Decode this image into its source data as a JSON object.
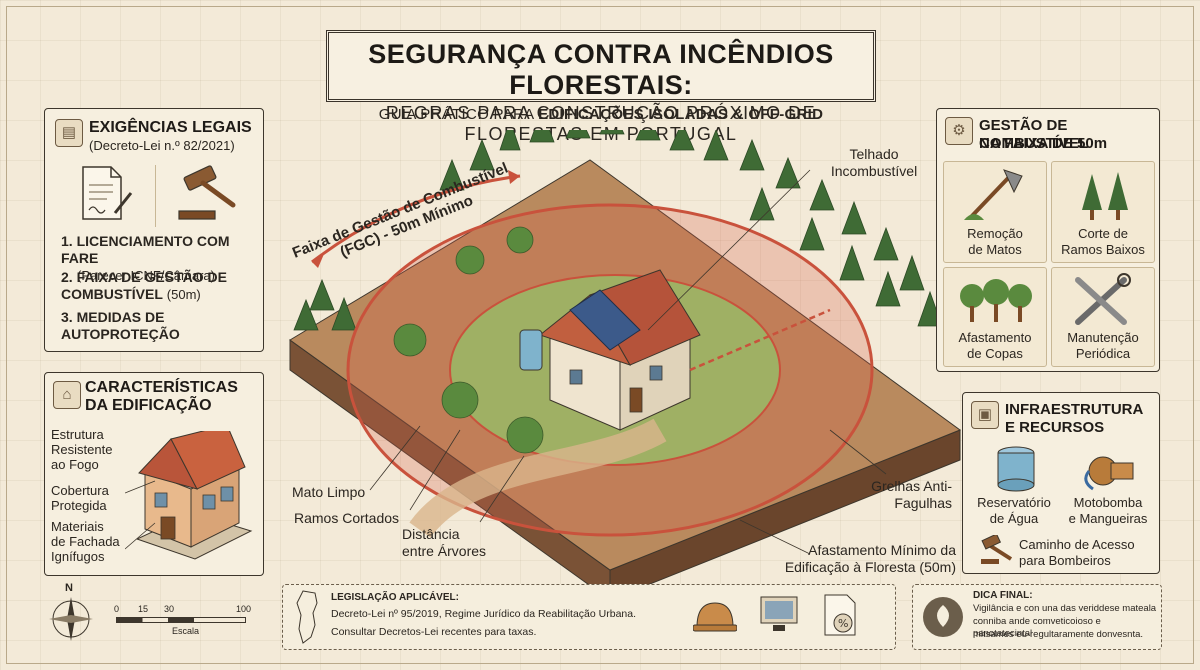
{
  "title": {
    "main": "SEGURANÇA CONTRA INCÊNDIOS FLORESTAIS:",
    "sub": "REGRAS PARA CONSTRUÇÃO PRÓXIMO DE FLORESTAS EM PORTUGAL"
  },
  "guide": {
    "prefix": "GUIA PRÁTICO PARA ",
    "bold": "EDIFICAÇÕES ISOLADAS & OFF-GRID"
  },
  "legal": {
    "title": "EXIGÊNCIAS LEGAIS",
    "subtitle": "(Decreto-Lei n.º 82/2021)",
    "items": [
      {
        "num": "1.",
        "bold": "LICENCIAMENTO COM FARE",
        "rest": "(Parecer ICNF/Câmara)"
      },
      {
        "num": "2.",
        "bold": "FAIXA DE GESTÃO DE COMBUSTÍVEL",
        "rest": "(50m)"
      },
      {
        "num": "3.",
        "bold": "MEDIDAS DE AUTOPROTEÇÃO",
        "rest": ""
      }
    ]
  },
  "building": {
    "title_line1": "CARACTERÍSTICAS",
    "title_line2": "DA EDIFICAÇÃO",
    "labels": [
      "Estrutura Resistente ao Fogo",
      "Cobertura Protegida",
      "Materiais de Fachada Ignífugos"
    ]
  },
  "fuel": {
    "title_line1": "GESTÃO DE COMBUSTÍVEL",
    "title_line2": "NA FAIXA DE 50m",
    "items": [
      {
        "line1": "Remoção",
        "line2": "de Matos",
        "icon": "axe-icon"
      },
      {
        "line1": "Corte de",
        "line2": "Ramos Baixos",
        "icon": "trees-icon"
      },
      {
        "line1": "Afastamento",
        "line2": "de Copas",
        "icon": "tree-spacing-icon"
      },
      {
        "line1": "Manutenção",
        "line2": "Periódica",
        "icon": "wrench-icon"
      }
    ]
  },
  "infra": {
    "title_line1": "INFRAESTRUTURA",
    "title_line2": "E RECURSOS",
    "items": [
      {
        "line1": "Reservatório",
        "line2": "de Água",
        "icon": "water-tank-icon"
      },
      {
        "line1": "Motobomba",
        "line2": "e Mangueiras",
        "icon": "pump-icon"
      }
    ],
    "access": {
      "line1": "Caminho de Acesso",
      "line2": "para Bombeiros"
    }
  },
  "diagram": {
    "fgc_line1": "Faixa de Gestão de Combustível",
    "fgc_line2": "(FGC) - 50m Mínimo",
    "annotations": {
      "roof": "Telhado Incombustível",
      "mato": "Mato Limpo",
      "ramos": "Ramos Cortados",
      "distancia": "Distância entre Árvores",
      "grelhas": "Grelhas Anti-Fagulhas",
      "afastamento": "Afastamento Mínimo da Edificação à Floresta (50m)"
    }
  },
  "scale": {
    "compass": "N",
    "ticks": [
      "0",
      "15",
      "30",
      "100"
    ],
    "label": "Escala"
  },
  "legislation": {
    "title": "LEGISLAÇÃO APLICÁVEL:",
    "line1": "Decreto-Lei nº 95/2019, Regime Jurídico da Reabilitação Urbana.",
    "line2": "Consultar Decretos-Lei recentes para taxas."
  },
  "tip": {
    "title": "DICA FINAL:",
    "line1": "Vigilância e con una das veriddese mateala",
    "line2": "conniba ande comveticoioso e panotatecintal",
    "line3": "mitsames eu-regultaramente donvesnta."
  },
  "colors": {
    "background": "#f3ead8",
    "zone": "#d9614a",
    "forest": "#3f6b35",
    "ink": "#2b2620"
  }
}
